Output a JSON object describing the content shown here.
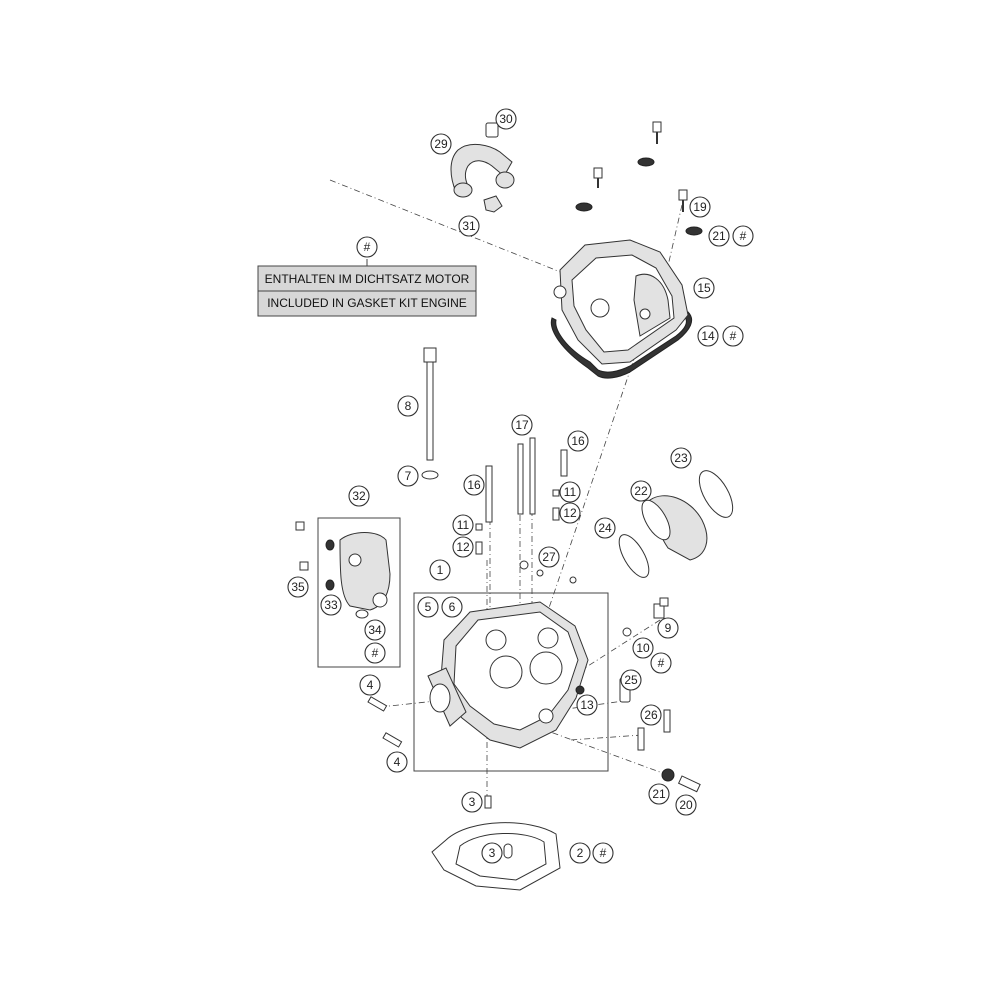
{
  "legend": {
    "symbol": "#",
    "line_de": "ENTHALTEN IM DICHTSATZ MOTOR",
    "line_en": "INCLUDED IN GASKET KIT ENGINE"
  },
  "callouts": [
    {
      "id": "c1",
      "label": "1"
    },
    {
      "id": "c2",
      "label": "2"
    },
    {
      "id": "c2h",
      "label": "#"
    },
    {
      "id": "c3a",
      "label": "3"
    },
    {
      "id": "c3b",
      "label": "3"
    },
    {
      "id": "c4a",
      "label": "4"
    },
    {
      "id": "c4b",
      "label": "4"
    },
    {
      "id": "c5",
      "label": "5"
    },
    {
      "id": "c6",
      "label": "6"
    },
    {
      "id": "c7",
      "label": "7"
    },
    {
      "id": "c8",
      "label": "8"
    },
    {
      "id": "c9",
      "label": "9"
    },
    {
      "id": "c10",
      "label": "10"
    },
    {
      "id": "c10h",
      "label": "#"
    },
    {
      "id": "c11a",
      "label": "11"
    },
    {
      "id": "c11b",
      "label": "11"
    },
    {
      "id": "c12a",
      "label": "12"
    },
    {
      "id": "c12b",
      "label": "12"
    },
    {
      "id": "c13",
      "label": "13"
    },
    {
      "id": "c14",
      "label": "14"
    },
    {
      "id": "c14h",
      "label": "#"
    },
    {
      "id": "c15",
      "label": "15"
    },
    {
      "id": "c16a",
      "label": "16"
    },
    {
      "id": "c16b",
      "label": "16"
    },
    {
      "id": "c17",
      "label": "17"
    },
    {
      "id": "c19",
      "label": "19"
    },
    {
      "id": "c20",
      "label": "20"
    },
    {
      "id": "c21a",
      "label": "21"
    },
    {
      "id": "c21ah",
      "label": "#"
    },
    {
      "id": "c21b",
      "label": "21"
    },
    {
      "id": "c22",
      "label": "22"
    },
    {
      "id": "c23",
      "label": "23"
    },
    {
      "id": "c24",
      "label": "24"
    },
    {
      "id": "c25",
      "label": "25"
    },
    {
      "id": "c26",
      "label": "26"
    },
    {
      "id": "c27",
      "label": "27"
    },
    {
      "id": "c29",
      "label": "29"
    },
    {
      "id": "c30",
      "label": "30"
    },
    {
      "id": "c31",
      "label": "31"
    },
    {
      "id": "c32",
      "label": "32"
    },
    {
      "id": "c33",
      "label": "33"
    },
    {
      "id": "c34",
      "label": "34"
    },
    {
      "id": "c34h",
      "label": "#"
    },
    {
      "id": "c35",
      "label": "35"
    }
  ]
}
